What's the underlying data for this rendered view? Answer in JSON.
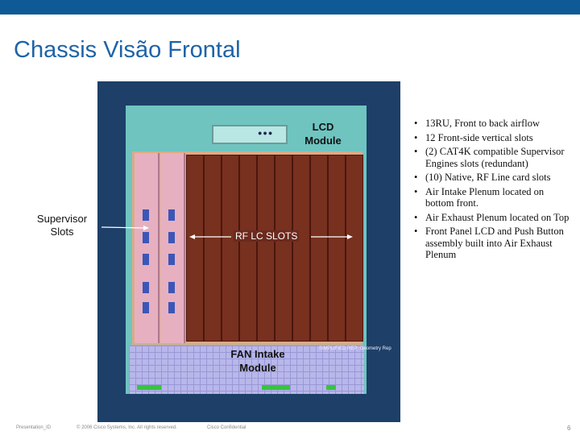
{
  "slide": {
    "title": "Chassis Visão Frontal"
  },
  "labels": {
    "lcd_line1": "LCD",
    "lcd_line2": "Module",
    "supervisor_line1": "Supervisor",
    "supervisor_line2": "Slots",
    "rf_lc_slots": "RF LC SLOTS",
    "fan_line1": "FAN Intake",
    "fan_line2": "Module",
    "simplified_rep": "SIMPLIFIED REP: Geometry Rep",
    "lcd_dots": "●●●"
  },
  "bullets": [
    "13RU, Front to back airflow",
    "12 Front-side vertical slots",
    "(2) CAT4K compatible Supervisor Engines slots (redundant)",
    "(10) Native, RF Line card slots",
    "Air Intake Plenum located on bottom front.",
    "Air Exhaust Plenum located on Top",
    "Front Panel LCD and Push Button assembly built into Air Exhaust Plenum"
  ],
  "footer": {
    "presentation": "Presentation_ID",
    "copyright": "© 2006 Cisco Systems, Inc. All rights reserved.",
    "confidential": "Cisco Confidential",
    "page": "6"
  },
  "colors": {
    "title": "#1e63a6",
    "topbar": "#0f5a96",
    "chassis": "#6fc4c0",
    "rf_card": "#78301f",
    "fan": "#b8b7ea"
  }
}
